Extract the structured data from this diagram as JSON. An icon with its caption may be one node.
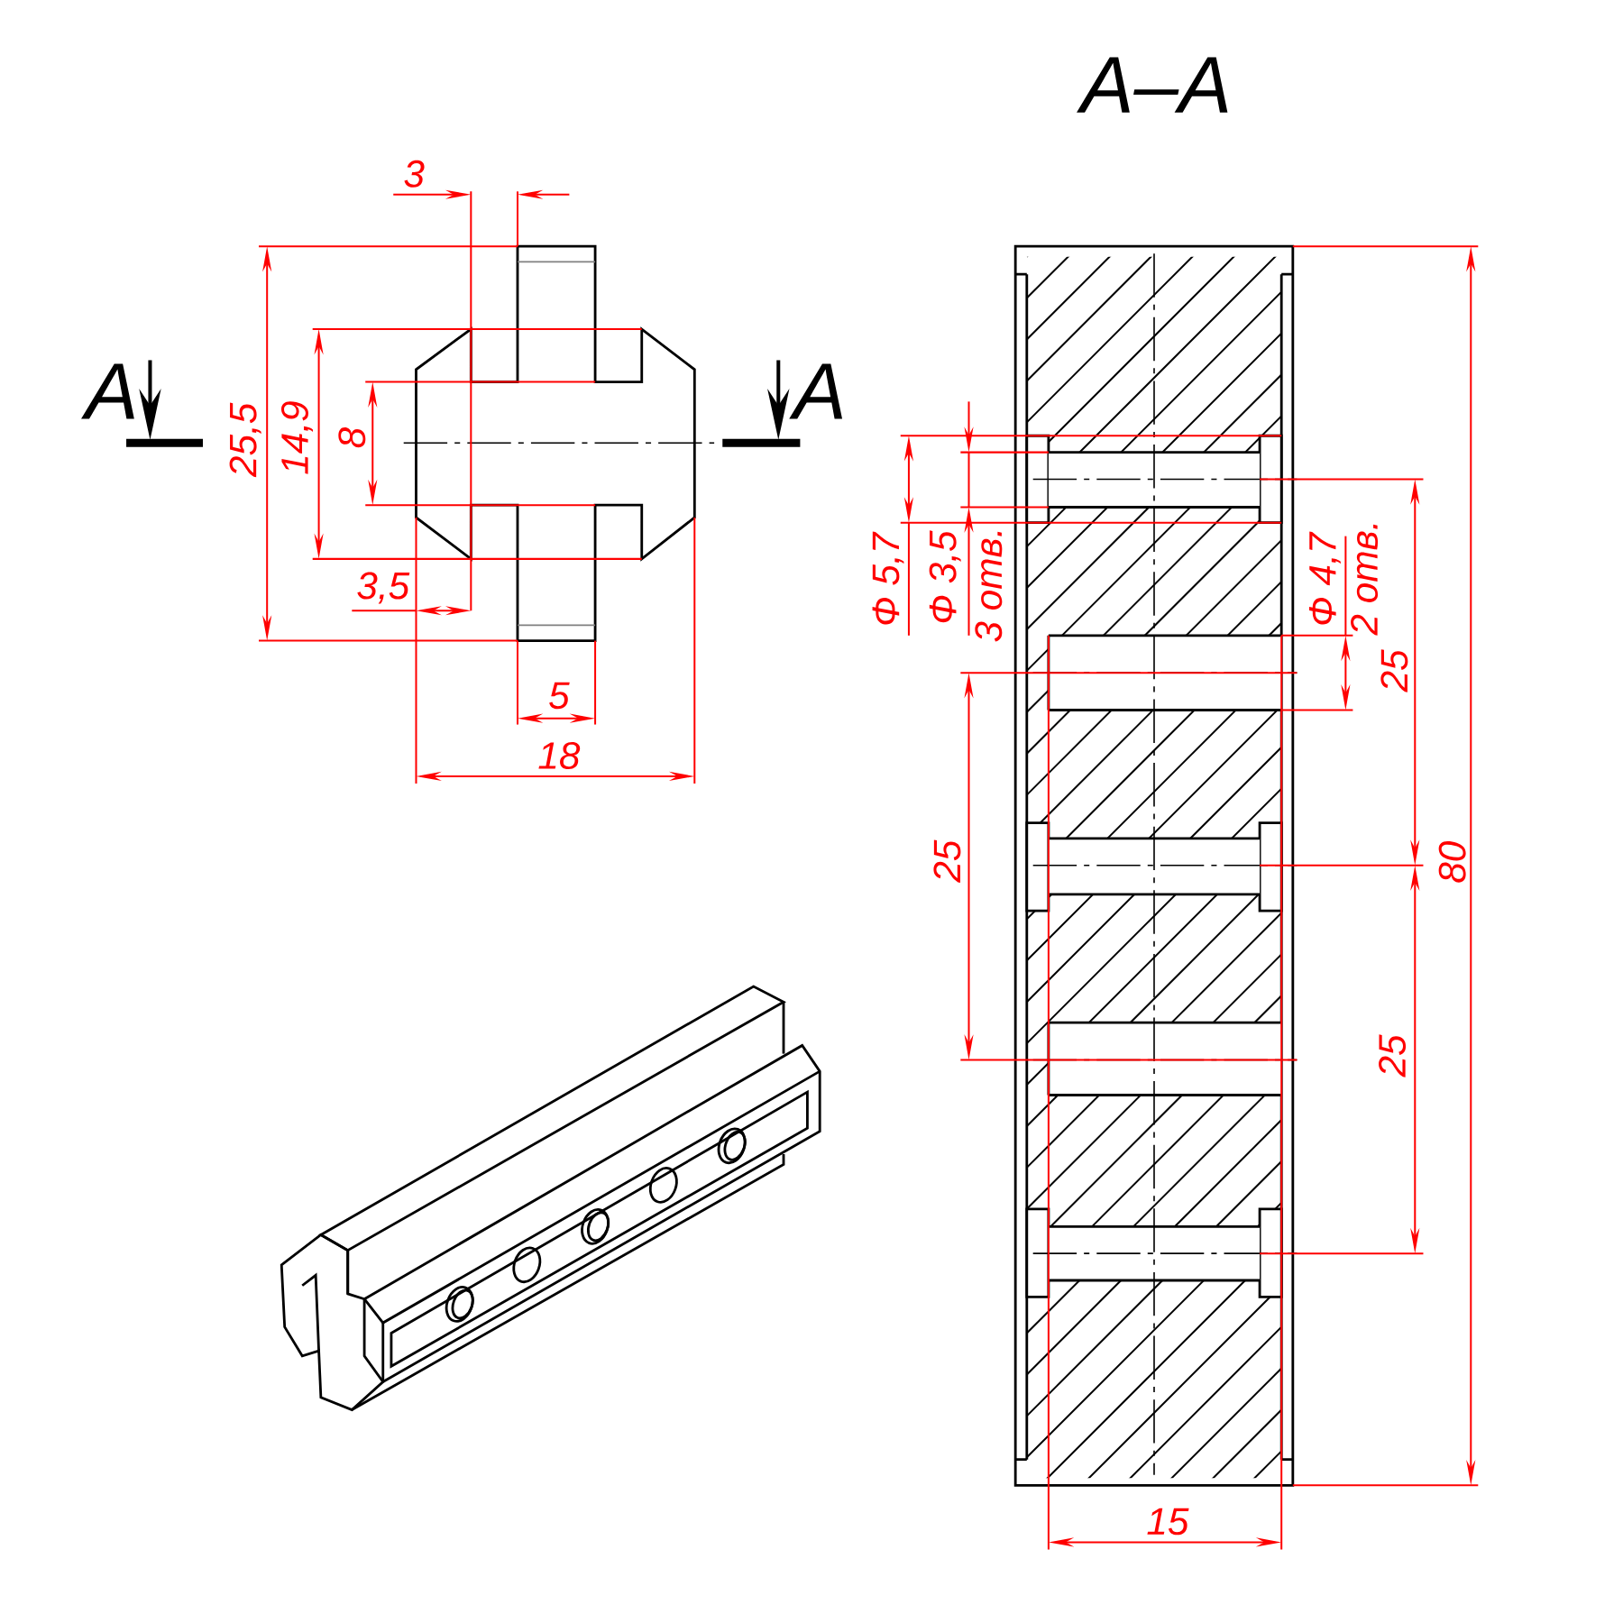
{
  "diagram": {
    "labels": [
      "A–A",
      "3",
      "A",
      "A",
      "25,5",
      "14,9",
      "8",
      "Ф 5,7",
      "Ф 3,5",
      "3 отв.",
      "Ф 4,7",
      "2 отв.",
      "3,5",
      "25",
      "5",
      "18",
      "25",
      "80",
      "25",
      "15"
    ]
  }
}
